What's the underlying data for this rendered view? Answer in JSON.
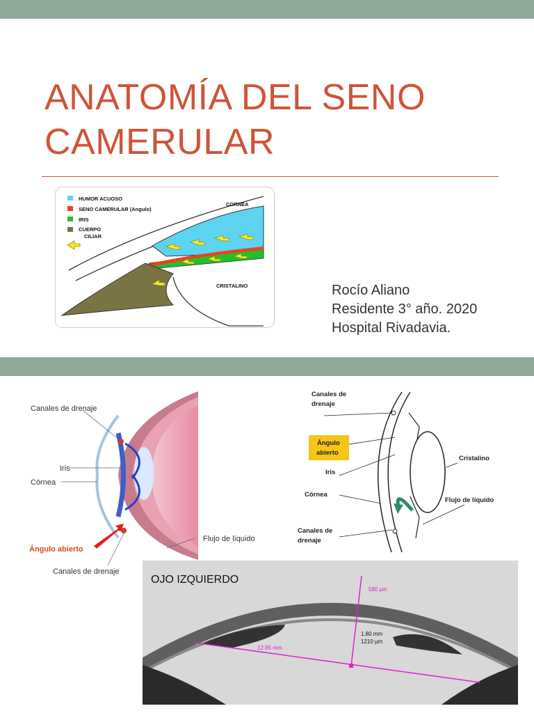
{
  "slide": {
    "title_line1": "ANATOMÍA DEL SENO",
    "title_line2": "CAMERULAR",
    "author_name": "Rocío Aliano",
    "author_role": "Residente 3° año. 2020",
    "author_hospital": "Hospital Rivadavia."
  },
  "figure1": {
    "legend": [
      {
        "label": "HUMOR ACUOSO",
        "color": "#5dd3f0"
      },
      {
        "label": "SENO CAMERULAR (Angulo)",
        "color": "#e8431f"
      },
      {
        "label": "IRIS",
        "color": "#22c02a"
      },
      {
        "label": "CUERPO",
        "color": "#7a7445"
      }
    ],
    "legend_extra": "CILIAR",
    "cornea_label": "CORNEA",
    "lens_label": "CRISTALINO"
  },
  "figure2": {
    "labels": {
      "drainage_top": "Canales de drenaje",
      "iris": "Iris",
      "cornea": "Córnea",
      "open_angle": "Ángulo abierto",
      "drainage_bottom": "Canales de drenaje",
      "fluid_flow": "Flujo de líquido"
    }
  },
  "figure3": {
    "drainage_top_1": "Canales de",
    "drainage_top_2": "drenaje",
    "angle_1": "Ángulo",
    "angle_2": "abierto",
    "iris": "Iris",
    "cornea": "Córnea",
    "drainage_bottom_1": "Canales de",
    "drainage_bottom_2": "drenaje",
    "lens": "Cristalino",
    "fluid_flow": "Flujo de líquido"
  },
  "figure4": {
    "title": "OJO IZQUIERDO",
    "m1": "580 µm",
    "m2": "1.80 mm",
    "m3": "1210 µm",
    "m4": "12.85 mm"
  },
  "colors": {
    "accent": "#cf5437",
    "bar": "#8fa898"
  }
}
